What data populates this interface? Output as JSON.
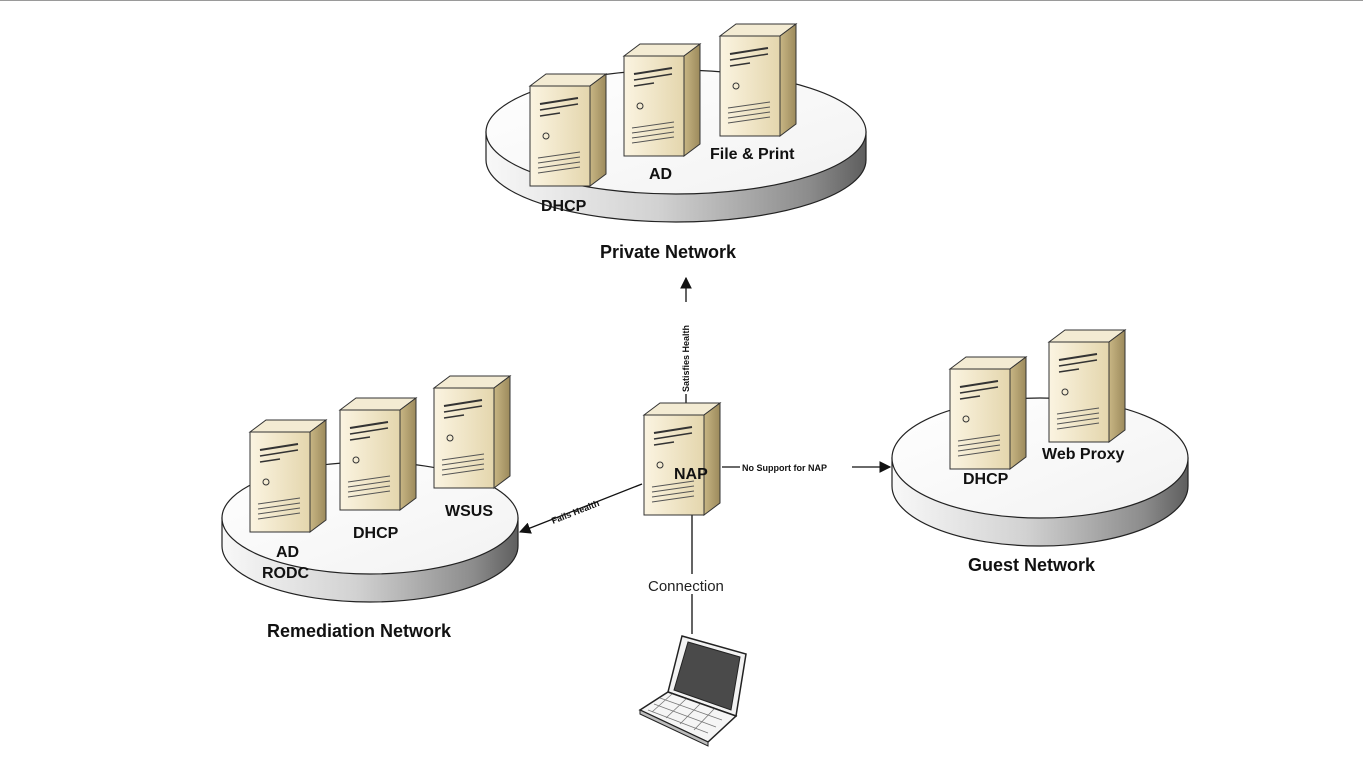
{
  "networks": {
    "private": {
      "title": "Private Network",
      "servers": [
        "DHCP",
        "AD",
        "File & Print"
      ]
    },
    "remediation": {
      "title": "Remediation Network",
      "servers": [
        "AD",
        "RODC",
        "DHCP",
        "WSUS"
      ]
    },
    "guest": {
      "title": "Guest Network",
      "servers": [
        "DHCP",
        "Web Proxy"
      ]
    }
  },
  "nap": {
    "label": "NAP"
  },
  "edges": {
    "satisfies": "Satisfies Health",
    "fails": "Fails Health",
    "no_support": "No Support for NAP",
    "connection": "Connection"
  },
  "colors": {
    "server_light": "#f4ead0",
    "server_mid": "#ddcc9c",
    "server_dark": "#b29f6c",
    "platform_top": "#ffffff",
    "platform_side": "#8a8a8a",
    "outline": "#222222"
  }
}
